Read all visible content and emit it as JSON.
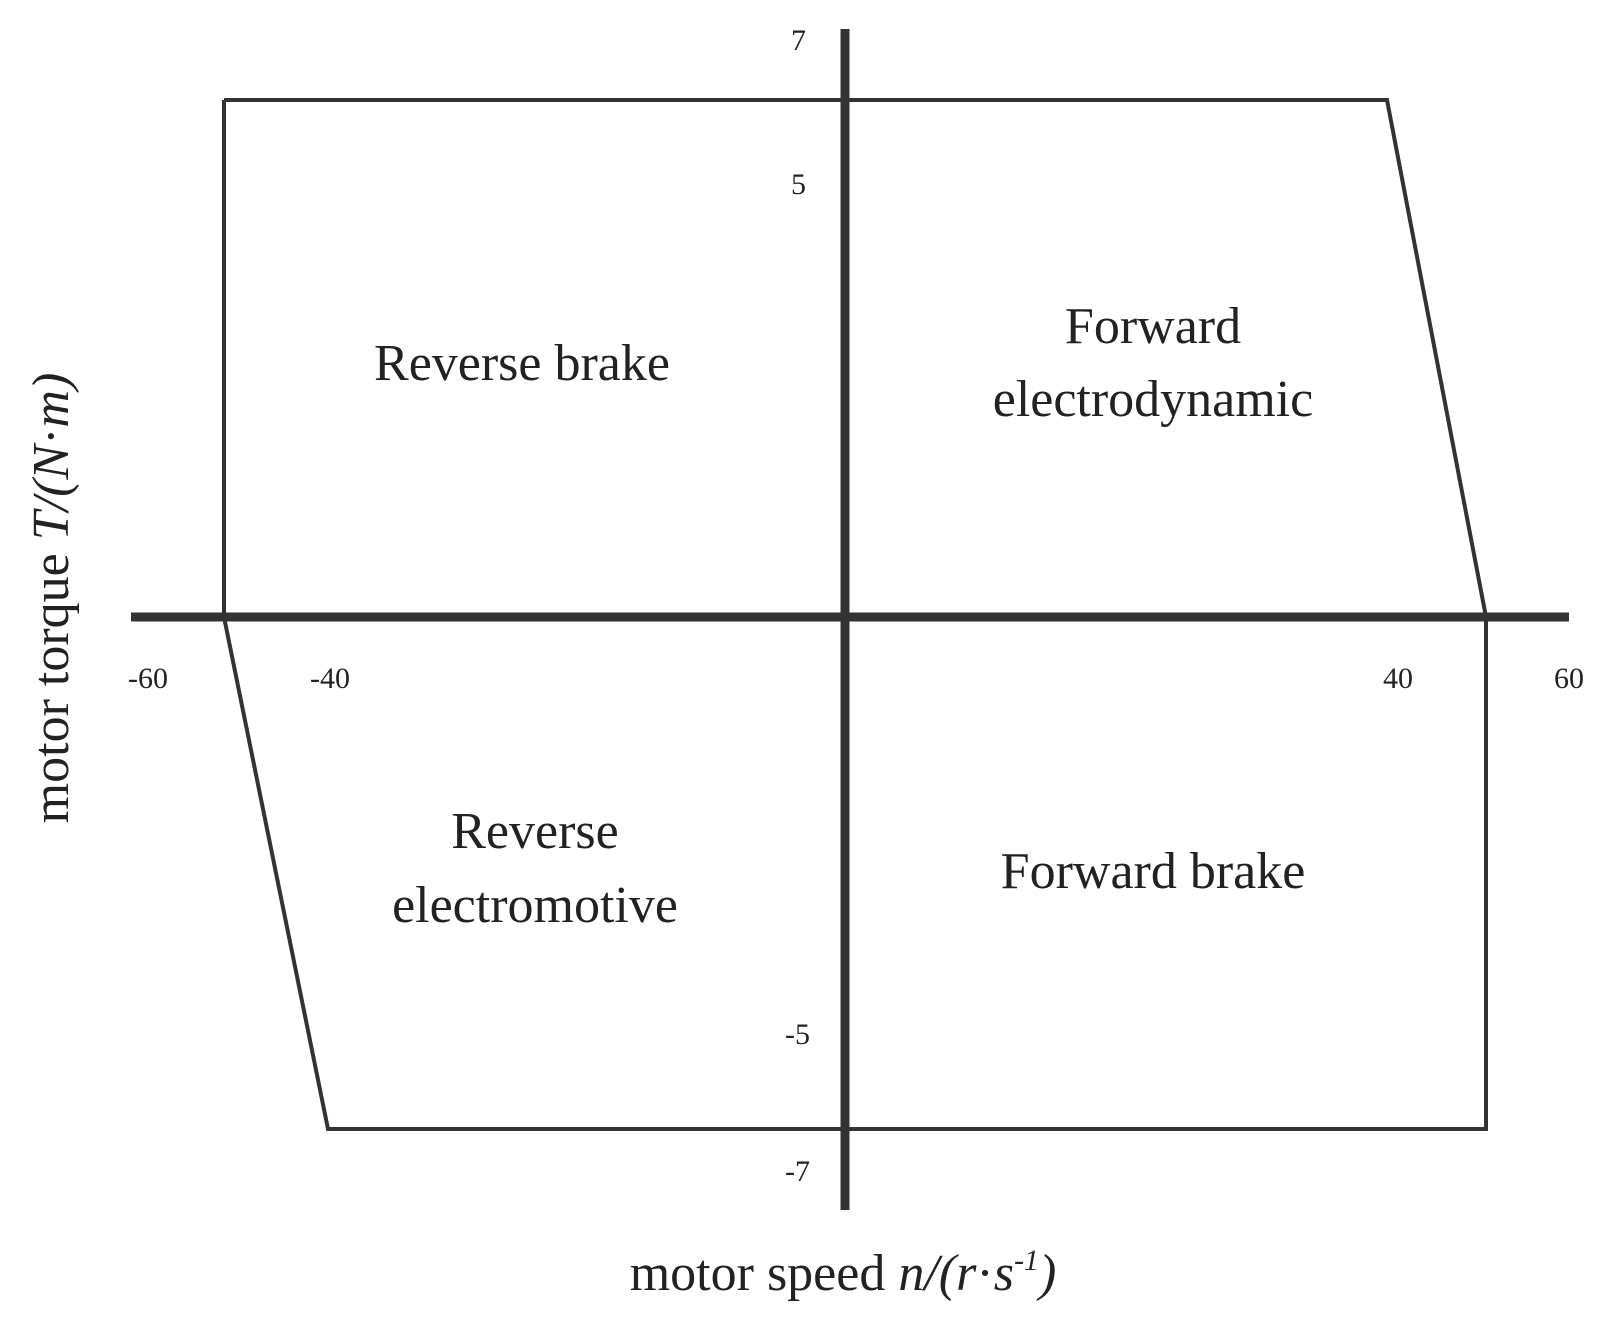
{
  "chart_data": {
    "type": "diagram",
    "xlabel": {
      "prefix": "motor speed ",
      "symbol": "n",
      "unit_open": "/(",
      "unit_a": "r",
      "unit_dot": "·",
      "unit_b": "s",
      "unit_exp": "-1",
      "unit_close": ")"
    },
    "ylabel": {
      "prefix": "motor torque ",
      "symbol": "T",
      "unit_open": "/(",
      "unit_a": "N",
      "unit_dot": "·",
      "unit_b": "m",
      "unit_close": ")"
    },
    "x_ticks": [
      "-60",
      "-40",
      "40",
      "60"
    ],
    "y_ticks": [
      "7",
      "5",
      "-5",
      "-7"
    ],
    "regions": {
      "q1": [
        "Forward",
        "electrodynamic"
      ],
      "q2": [
        "Reverse brake"
      ],
      "q3": [
        "Reverse",
        "electromotive"
      ],
      "q4": [
        "Forward brake"
      ]
    },
    "boundary_points": [
      [
        -52,
        6
      ],
      [
        40,
        6
      ],
      [
        52,
        0
      ],
      [
        52,
        -6
      ],
      [
        -40,
        -6
      ],
      [
        -52,
        0
      ]
    ]
  }
}
